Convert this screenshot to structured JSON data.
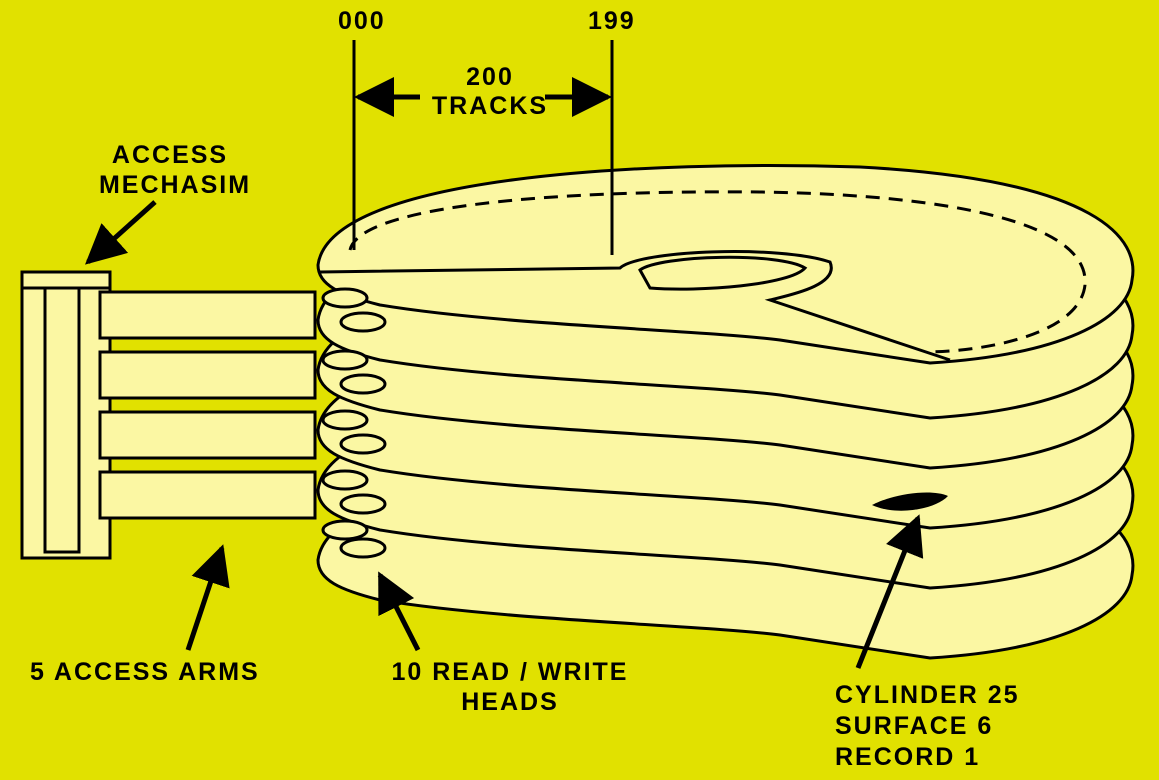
{
  "colors": {
    "background": "#e1e100",
    "platter": "#fbf7a3",
    "ink": "#000000"
  },
  "labels": {
    "track_start": "000",
    "track_end": "199",
    "track_count_number": "200",
    "track_count_word": "TRACKS",
    "access_mechanism_line1": "ACCESS",
    "access_mechanism_line2": "MECHASIM",
    "access_arms": "5 ACCESS ARMS",
    "heads_line1": "10 READ / WRITE",
    "heads_line2": "HEADS",
    "cylinder": "CYLINDER  25",
    "surface": "SURFACE  6",
    "record": "RECORD  1"
  }
}
